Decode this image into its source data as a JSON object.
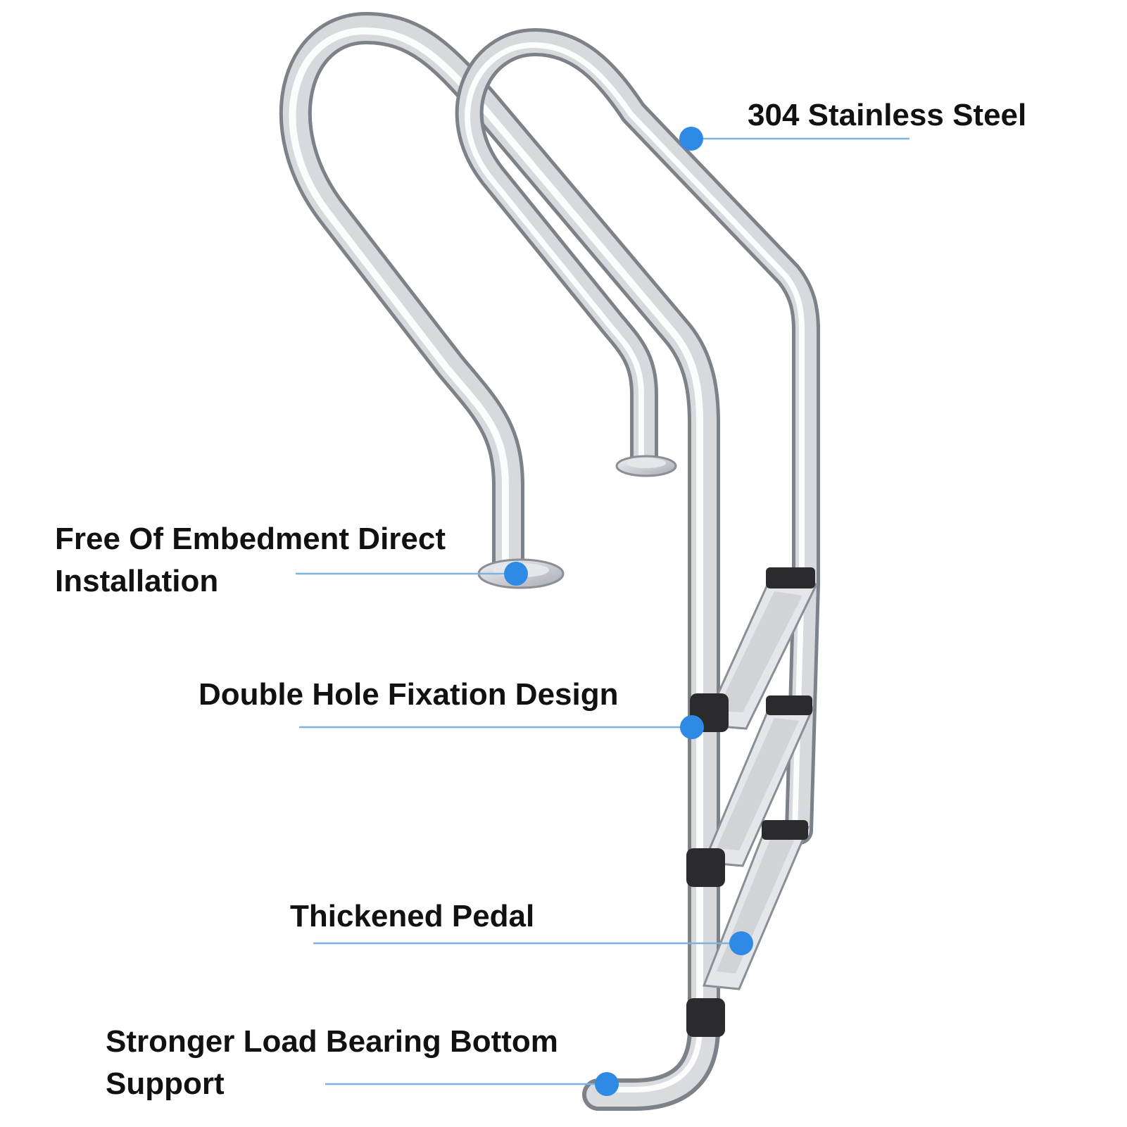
{
  "colors": {
    "background": "#ffffff",
    "steel_light": "#f4f4f6",
    "steel_mid": "#b9bcc2",
    "steel_dark": "#6f737a",
    "bumper": "#2b2b2d",
    "callout_dot": "#2f8ae6",
    "callout_line": "#7fb3dc",
    "label_text": "#111111"
  },
  "callouts": [
    {
      "id": "stainless",
      "lines": [
        "304 Stainless Steel"
      ]
    },
    {
      "id": "embedment",
      "lines": [
        "Free Of Embedment Direct",
        "Installation"
      ]
    },
    {
      "id": "double-hole",
      "lines": [
        "Double Hole Fixation Design"
      ]
    },
    {
      "id": "pedal",
      "lines": [
        "Thickened Pedal"
      ]
    },
    {
      "id": "bottom",
      "lines": [
        "Stronger Load Bearing Bottom",
        "Support"
      ]
    }
  ],
  "icons": [
    "callout-dot-icon"
  ]
}
